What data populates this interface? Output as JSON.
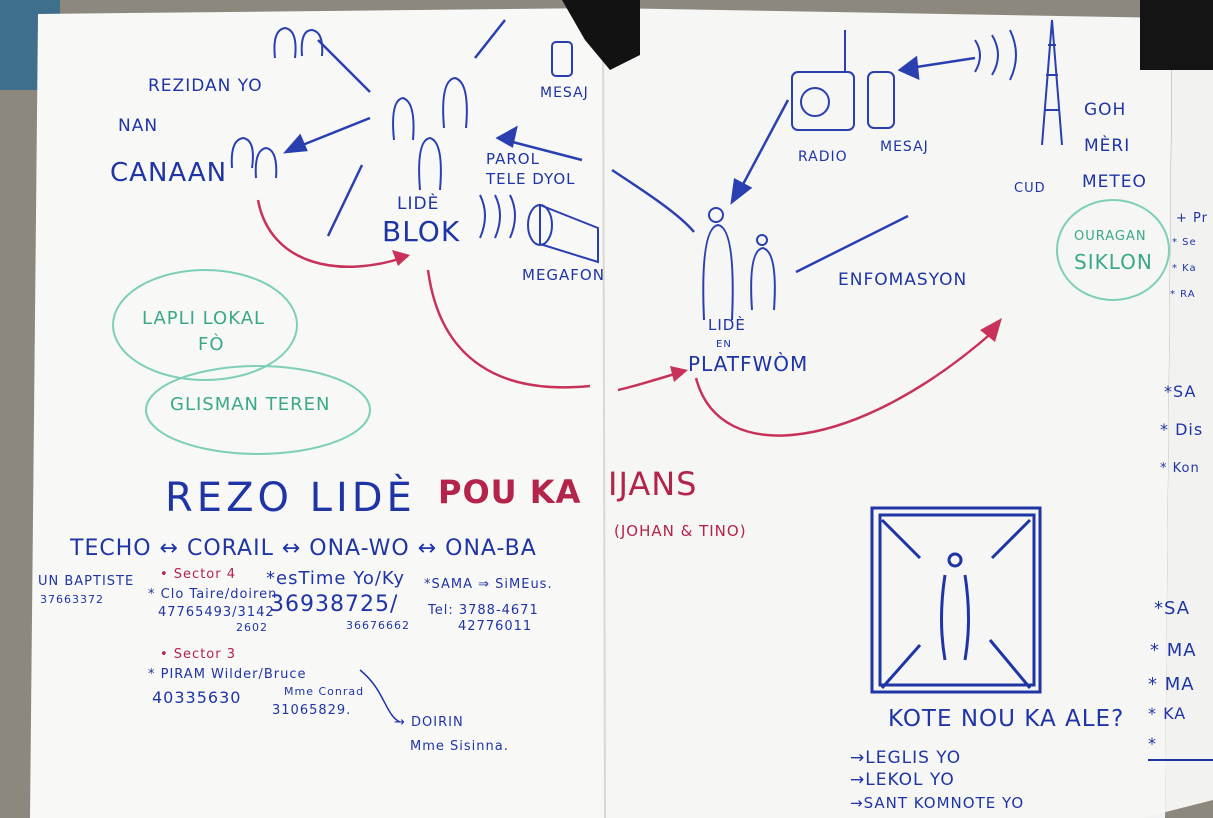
{
  "left_sheet": {
    "rezidan": "REZIDAN YO",
    "nan": "NAN",
    "canaan": "CANAAN",
    "mesaj": "MESAJ",
    "parol": "PAROL",
    "tele_dyol": "TELE DYOL",
    "lide": "LIDÈ",
    "blok": "BLOK",
    "megafon": "MEGAFON",
    "lapli": "LAPLI LOKAL",
    "fo": "FÒ",
    "glisman": "GLISMAN TEREN",
    "title_a": "REZO LIDÈ",
    "title_b": "POU KA",
    "chain": "TECHO ↔ CORAIL ↔ ONA-WO ↔ ONA-BA",
    "c1": "UN BAPTISTE",
    "c1n": "37663372",
    "s4": "• Sector 4",
    "cloture": "* Clo Taire/doiren",
    "cl_n": "47765493/3142",
    "cl_n2": "2602",
    "estime": "*esTime Yo/Ky",
    "est_n": "36938725/",
    "est_n2": "36676662",
    "sama": "*SAMA ⇒ SiMEus.",
    "tel": "Tel: 3788-4671",
    "tel2": "42776011",
    "s3": "• Sector 3",
    "piram": "* PIRAM Wilder/Bruce",
    "mme": "Mme Conrad",
    "piram_n": "40335630",
    "mme_n": "31065829.",
    "doirin": "→ DOIRIN",
    "sisinna": "Mme Sisinna."
  },
  "right_sheet": {
    "radio": "RADIO",
    "mesaj": "MESAJ",
    "goh": "GOH",
    "meri": "MÈRI",
    "meteo": "METEO",
    "cud": "CUD",
    "ouragan": "OURAGAN",
    "siklon": "SIKLON",
    "enfo": "ENFOMASYON",
    "lide": "LIDÈ",
    "en": "EN",
    "platfom": "PLATFWÒM",
    "ijans": "IJANS",
    "johan": "(JOHAN & TINO)",
    "kote": "KOTE NOU KA ALE?",
    "l1": "→LEGLIS  YO",
    "l2": "→LEKOL   YO",
    "l3": "→SANT KOMNOTE YO"
  },
  "edge_sheet": {
    "e1": "+ Pr",
    "e2": "* Se",
    "e3": "* Ka",
    "e4": "* RA",
    "e5": "*SA",
    "e6": "* Dis",
    "e7": "* Kon",
    "e8": "*SA",
    "e9": "* MA",
    "e10": "* MA",
    "e11": "* KA",
    "e12": "*"
  },
  "colors": {
    "blue": "#1f35a6",
    "red": "#b3234a",
    "teal": "#3aa88a",
    "paper": "#f7f7f5"
  }
}
